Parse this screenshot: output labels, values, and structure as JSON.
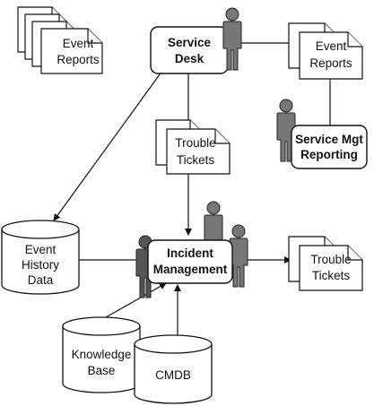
{
  "nodes": {
    "service_desk": {
      "line1": "Service",
      "line2": "Desk"
    },
    "incident_management": {
      "line1": "Incident",
      "line2": "Management"
    },
    "service_mgt_reporting": {
      "line1": "Service Mgt",
      "line2": "Reporting"
    }
  },
  "documents": {
    "event_reports_left": {
      "line1": "Event",
      "line2": "Reports"
    },
    "event_reports_right": {
      "line1": "Event",
      "line2": "Reports"
    },
    "trouble_tickets_middle": {
      "line1": "Trouble",
      "line2": "Tickets"
    },
    "trouble_tickets_right": {
      "line1": "Trouble",
      "line2": "Tickets"
    }
  },
  "databases": {
    "event_history": {
      "line1": "Event",
      "line2": "History",
      "line3": "Data"
    },
    "knowledge_base": {
      "line1": "Knowledge",
      "line2": "Base"
    },
    "cmdb": {
      "line1": "CMDB"
    }
  }
}
